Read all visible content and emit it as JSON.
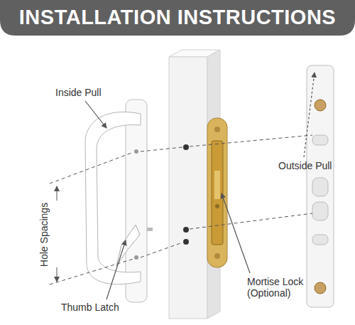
{
  "diagram": {
    "title": "INSTALLATION INSTRUCTIONS",
    "labels": [
      "Inside Pull",
      "Hole Spacings",
      "Thumb Latch",
      "Outside Pull",
      "Mortise Lock (Optional)"
    ]
  }
}
